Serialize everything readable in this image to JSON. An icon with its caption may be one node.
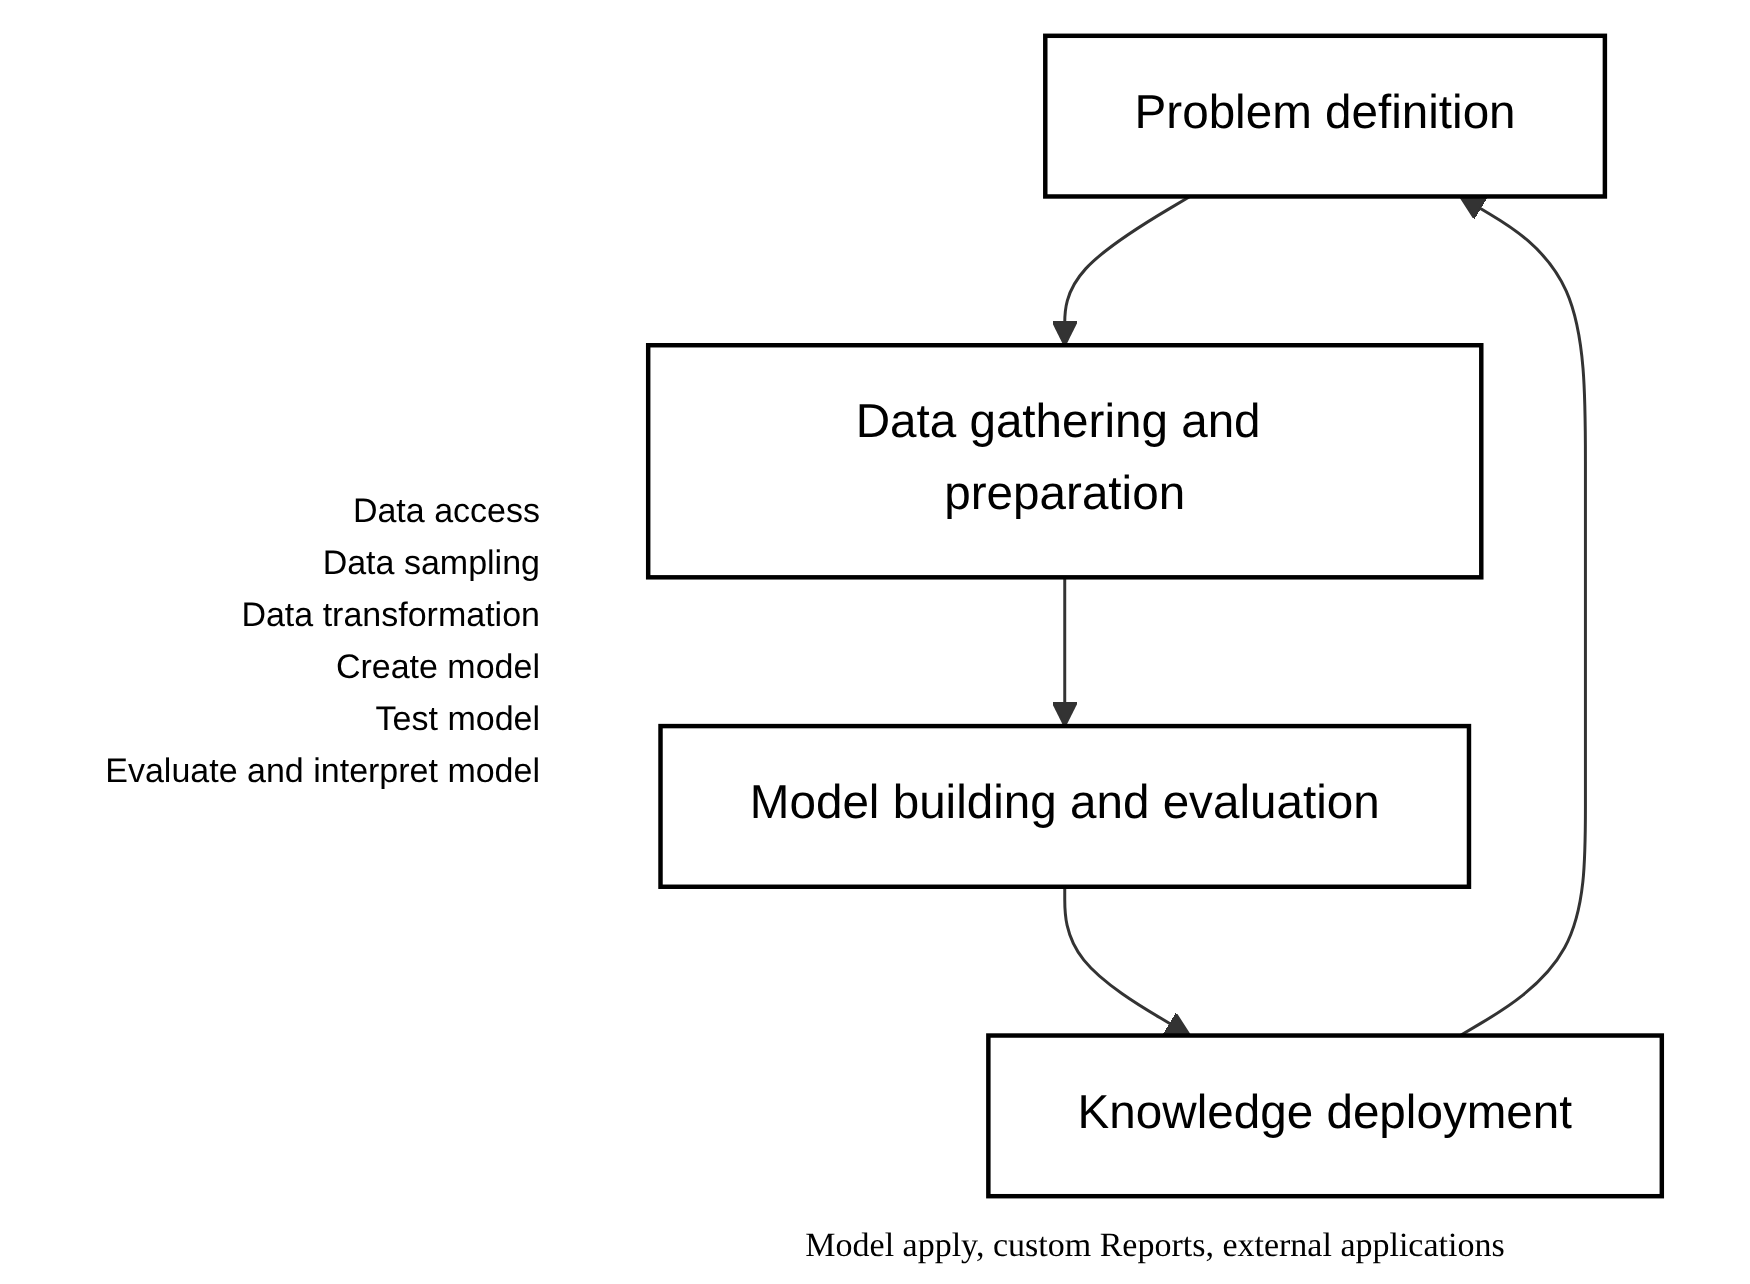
{
  "diagram": {
    "nodes": [
      {
        "text": [
          "Problem definition"
        ]
      },
      {
        "text": [
          "Data gathering and preparation"
        ]
      },
      {
        "text": [
          "Model building and evaluation"
        ]
      },
      {
        "text": [
          "Knowledge deployment"
        ],
        "beside": [
          "Model apply, custom Reports, external applications"
        ]
      }
    ],
    "edges": [
      {
        "from": 0,
        "to": 1,
        "arrow": "to"
      },
      {
        "from": 1,
        "to": 2,
        "arrow": "to"
      },
      {
        "from": 2,
        "to": 3,
        "arrow": "to"
      },
      {
        "from": 3,
        "to": 0,
        "arrow": "to"
      }
    ],
    "labels": [
      "Data access",
      "Data sampling",
      "Data transformation",
      "Create model",
      "Test model",
      "Evaluate and interpret model"
    ]
  }
}
